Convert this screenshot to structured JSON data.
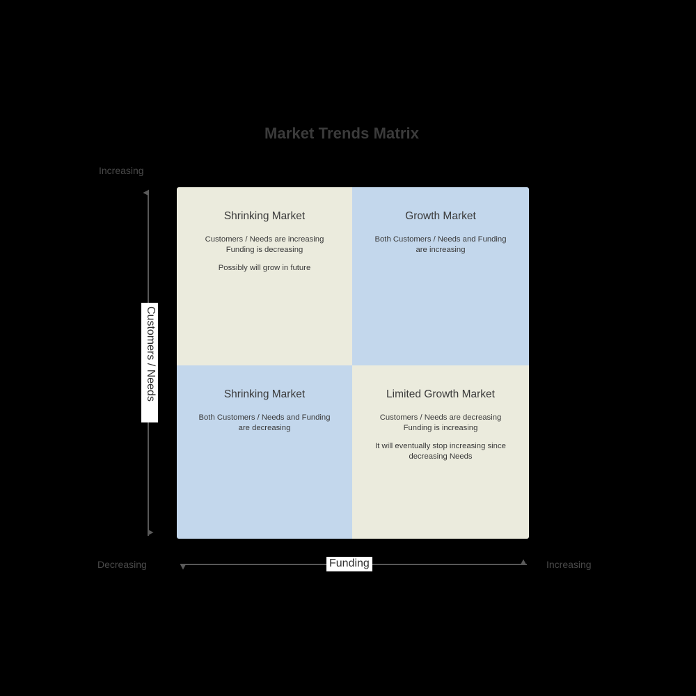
{
  "title": "Market Trends Matrix",
  "axes": {
    "y": {
      "name": "Customers / Needs",
      "high_label": "Increasing",
      "low_label": "Decreasing"
    },
    "x": {
      "name": "Funding",
      "low_label": "Decreasing",
      "high_label": "Increasing"
    }
  },
  "colors": {
    "background": "#000000",
    "cream": "#ebebdd",
    "blue": "#c3d7ec",
    "text": "#3a3a3a",
    "title": "#3b3b3b",
    "axis": "#5a5a5a"
  },
  "quadrants": [
    {
      "position": "top-left",
      "fill": "cream",
      "heading": "Shrinking Market",
      "body": "Customers / Needs are increasing\nFunding is decreasing",
      "note": "Possibly will grow in future"
    },
    {
      "position": "top-right",
      "fill": "blue",
      "heading": "Growth Market",
      "body": "Both Customers / Needs and Funding\nare increasing",
      "note": ""
    },
    {
      "position": "bottom-left",
      "fill": "blue",
      "heading": "Shrinking Market",
      "body": "Both Customers / Needs and Funding\nare decreasing",
      "note": ""
    },
    {
      "position": "bottom-right",
      "fill": "cream",
      "heading": "Limited Growth Market",
      "body": "Customers / Needs are decreasing\nFunding is increasing",
      "note": "It will eventually stop increasing since\ndecreasing Needs"
    }
  ],
  "chart_data": {
    "type": "table",
    "title": "Market Trends Matrix",
    "xlabel": "Funding",
    "ylabel": "Customers / Needs",
    "x_axis_range_labels": [
      "Decreasing",
      "Increasing"
    ],
    "y_axis_range_labels": [
      "Decreasing",
      "Increasing"
    ],
    "categories": [
      "Funding Decreasing",
      "Funding Increasing"
    ],
    "rows": [
      "Customers / Needs Increasing",
      "Customers / Needs Decreasing"
    ],
    "cells": [
      [
        "Shrinking Market",
        "Growth Market"
      ],
      [
        "Shrinking Market",
        "Limited Growth Market"
      ]
    ]
  }
}
